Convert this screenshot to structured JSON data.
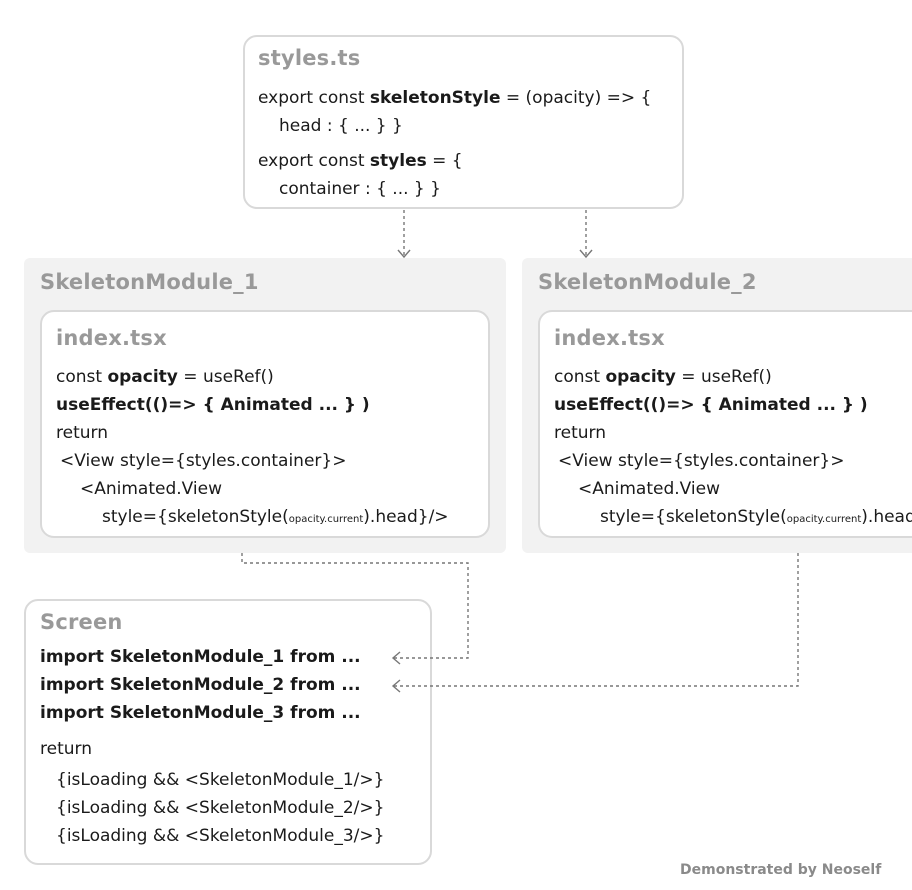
{
  "styles_box": {
    "title": "styles.ts",
    "line1": {
      "pre": "export const ",
      "bold": "skeletonStyle",
      "post": " = (opacity) => {"
    },
    "line2": "head : { ... } }",
    "line3": {
      "pre": "export const ",
      "bold": "styles",
      "post": " = {"
    },
    "line4": "container : { ... } }"
  },
  "module1": {
    "title": "SkeletonModule_1",
    "file_title": "index.tsx",
    "line1": {
      "pre": "const ",
      "bold": "opacity",
      "post": " = useRef()"
    },
    "line2": "useEffect(()=> { Animated ... } )",
    "line3": "return",
    "line4": "<View style={styles.container}>",
    "line5": "<Animated.View",
    "line6": {
      "pre": "style={skeletonStyle(",
      "sub": "opacity.current",
      "post": ").head}/>"
    }
  },
  "module2": {
    "title": "SkeletonModule_2",
    "file_title": "index.tsx",
    "line1": {
      "pre": "const ",
      "bold": "opacity",
      "post": " = useRef()"
    },
    "line2": "useEffect(()=> { Animated ... } )",
    "line3": "return",
    "line4": "<View style={styles.container}>",
    "line5": "<Animated.View",
    "line6": {
      "pre": "style={skeletonStyle(",
      "sub": "opacity.current",
      "post": ").head}/>"
    }
  },
  "screen": {
    "title": "Screen",
    "imports": [
      "import SkeletonModule_1 from ...",
      "import SkeletonModule_2 from ...",
      "import SkeletonModule_3 from ..."
    ],
    "return_label": "return",
    "renders": [
      "{isLoading && <SkeletonModule_1/>}",
      "{isLoading && <SkeletonModule_2/>}",
      "{isLoading && <SkeletonModule_3/>}"
    ]
  },
  "credit": "Demonstrated by Neoself",
  "colors": {
    "title_gray": "#999999",
    "border": "#d9d9d9",
    "module_bg": "#f2f2f2",
    "connector": "#777777"
  }
}
